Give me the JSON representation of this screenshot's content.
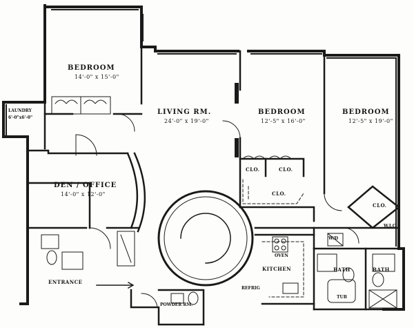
{
  "plan": {
    "bedroom_1": {
      "name": "BEDROOM",
      "dims": "14'-0\" x 15'-0\""
    },
    "laundry": {
      "name": "LAUNDRY",
      "dims": "6'-0\"x6'-0\""
    },
    "living": {
      "name": "LIVING RM.",
      "dims": "24'-0\" x 19'-0\""
    },
    "bedroom_2": {
      "name": "BEDROOM",
      "dims": "12'-5\" x 16'-0\""
    },
    "bedroom_3": {
      "name": "BEDROOM",
      "dims": "12'-5\" x 19'-0\""
    },
    "den": {
      "name": "DEN / OFFICE",
      "dims": "14'-0\" x 12'-0\""
    },
    "clo_a": "CLO.",
    "clo_b": "CLO.",
    "clo_c": "CLO.",
    "clo_d": "CLO.",
    "wic": "W.I.C.",
    "kitchen": "KITCHEN",
    "bath_1": "BATH",
    "bath_2": "BATH",
    "tub": "TUB",
    "entrance": "ENTRANCE",
    "powder": "POWDER RM.",
    "oven": "OVEN",
    "refrig": "REFRIG",
    "wd": "W/D"
  }
}
